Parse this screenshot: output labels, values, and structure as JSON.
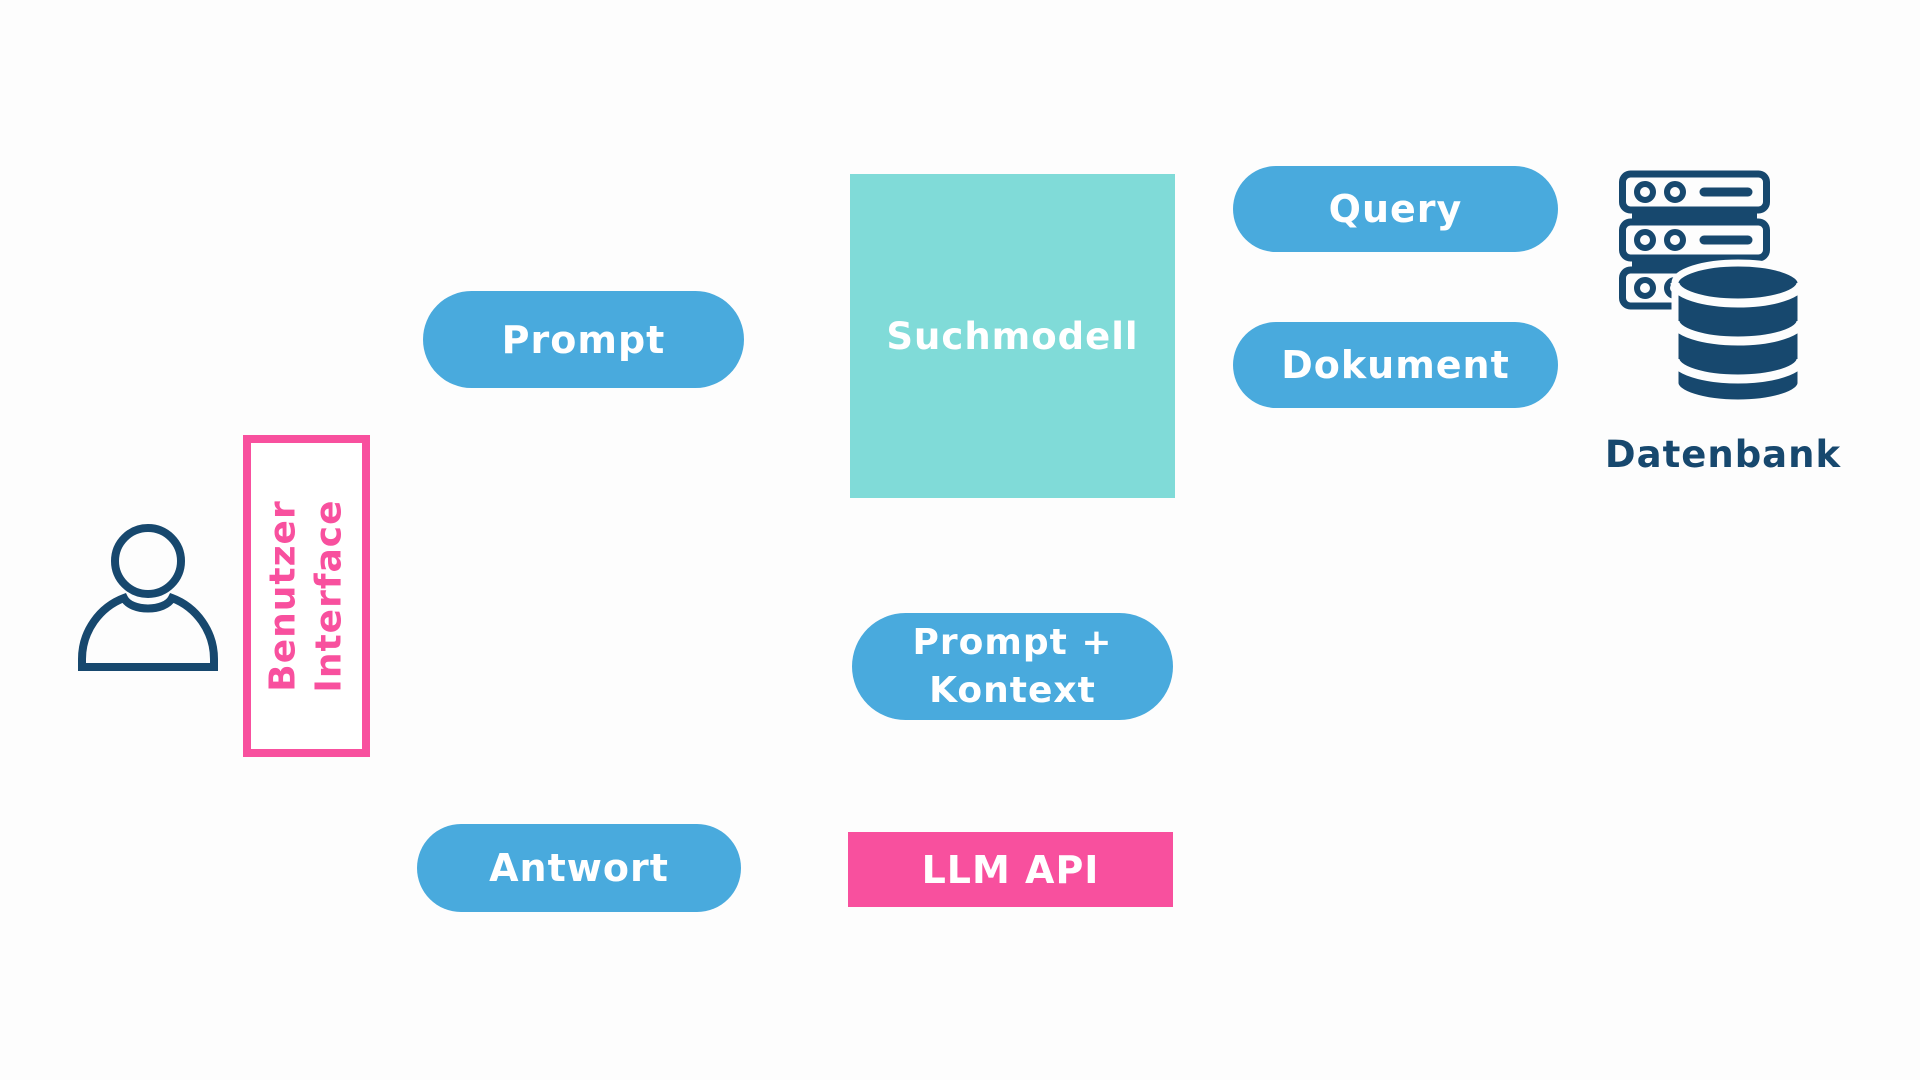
{
  "palette": {
    "blue": "#49AADD",
    "teal": "#80DBD8",
    "pink": "#F8509E",
    "navy": "#17486E",
    "bg": "#FDFDFD"
  },
  "icons": {
    "user": "user-icon",
    "database": "database-icon"
  },
  "nodes": {
    "benutzer_interface": {
      "line1": "Benutzer",
      "line2": "Interface"
    },
    "prompt": {
      "label": "Prompt"
    },
    "suchmodell": {
      "label": "Suchmodell"
    },
    "query": {
      "label": "Query"
    },
    "dokument": {
      "label": "Dokument"
    },
    "datenbank": {
      "label": "Datenbank"
    },
    "prompt_kontext": {
      "line1": "Prompt +",
      "line2": "Kontext"
    },
    "antwort": {
      "label": "Antwort"
    },
    "llm_api": {
      "label": "LLM API"
    }
  }
}
